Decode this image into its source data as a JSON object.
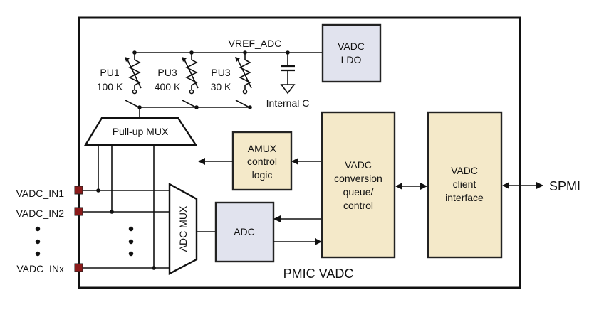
{
  "title": "PMIC VADC",
  "colors": {
    "beige_block": "#f4e9c9",
    "gray_block": "#e1e3ee",
    "pin": "#8b1a1a",
    "line": "#111111"
  },
  "rail": {
    "label": "VREF_ADC"
  },
  "ldo": {
    "line1": "VADC",
    "line2": "LDO"
  },
  "pullups": [
    {
      "name": "PU1",
      "value": "100 K"
    },
    {
      "name": "PU3",
      "value": "400 K"
    },
    {
      "name": "PU3",
      "value": "30 K"
    }
  ],
  "capacitor": {
    "label": "Internal C"
  },
  "pullup_mux": {
    "label": "Pull-up MUX"
  },
  "amux": {
    "line1": "AMUX",
    "line2": "control",
    "line3": "logic"
  },
  "adc_mux": {
    "label": "ADC MUX"
  },
  "adc": {
    "label": "ADC"
  },
  "conversion": {
    "line1": "VADC",
    "line2": "conversion",
    "line3": "queue/",
    "line4": "control"
  },
  "client": {
    "line1": "VADC",
    "line2": "client",
    "line3": "interface"
  },
  "spmi": {
    "label": "SPMI"
  },
  "inputs": [
    {
      "label": "VADC_IN1"
    },
    {
      "label": "VADC_IN2"
    },
    {
      "label": "VADC_INx"
    }
  ]
}
